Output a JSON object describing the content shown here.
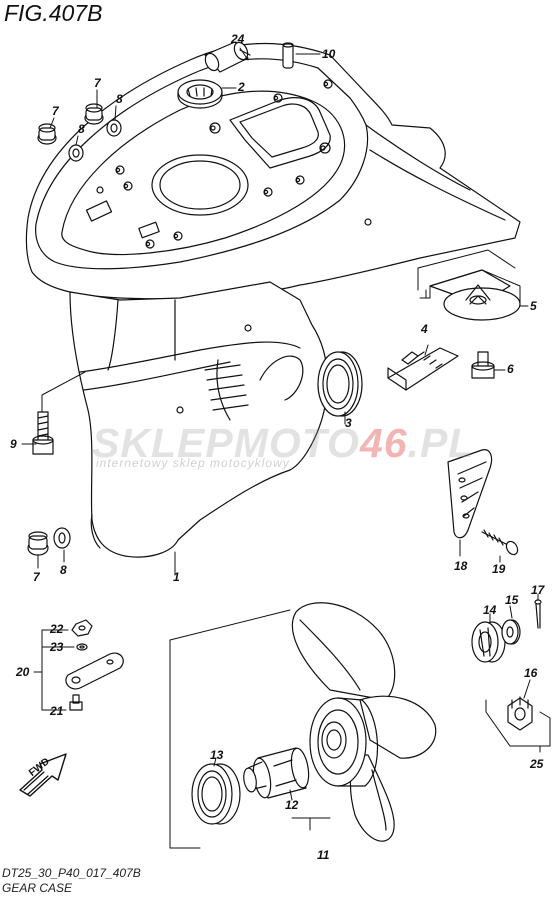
{
  "figure_title": "FIG.407B",
  "footer": {
    "code": "DT25_30_P40_017_407B",
    "caption": "GEAR CASE"
  },
  "watermark": {
    "brand_main": "SKLEPMOTO",
    "brand_accent": "46",
    "brand_tail": ".PL",
    "tagline": "internetowy sklep motocyklowy"
  },
  "fwd_label": "FWD",
  "callouts": [
    {
      "id": "c24",
      "label": "24"
    },
    {
      "id": "c10",
      "label": "10"
    },
    {
      "id": "c2",
      "label": "2"
    },
    {
      "id": "c7a",
      "label": "7"
    },
    {
      "id": "c7b",
      "label": "7"
    },
    {
      "id": "c8a",
      "label": "8"
    },
    {
      "id": "c8b",
      "label": "8"
    },
    {
      "id": "c5",
      "label": "5"
    },
    {
      "id": "c4",
      "label": "4"
    },
    {
      "id": "c6",
      "label": "6"
    },
    {
      "id": "c3",
      "label": "3"
    },
    {
      "id": "c9",
      "label": "9"
    },
    {
      "id": "c18",
      "label": "18"
    },
    {
      "id": "c19",
      "label": "19"
    },
    {
      "id": "c7c",
      "label": "7"
    },
    {
      "id": "c8c",
      "label": "8"
    },
    {
      "id": "c1",
      "label": "1"
    },
    {
      "id": "c17",
      "label": "17"
    },
    {
      "id": "c14",
      "label": "14"
    },
    {
      "id": "c15",
      "label": "15"
    },
    {
      "id": "c22",
      "label": "22"
    },
    {
      "id": "c23",
      "label": "23"
    },
    {
      "id": "c20",
      "label": "20"
    },
    {
      "id": "c21",
      "label": "21"
    },
    {
      "id": "c16",
      "label": "16"
    },
    {
      "id": "c25",
      "label": "25"
    },
    {
      "id": "c13",
      "label": "13"
    },
    {
      "id": "c12",
      "label": "12"
    },
    {
      "id": "c11",
      "label": "11"
    }
  ]
}
